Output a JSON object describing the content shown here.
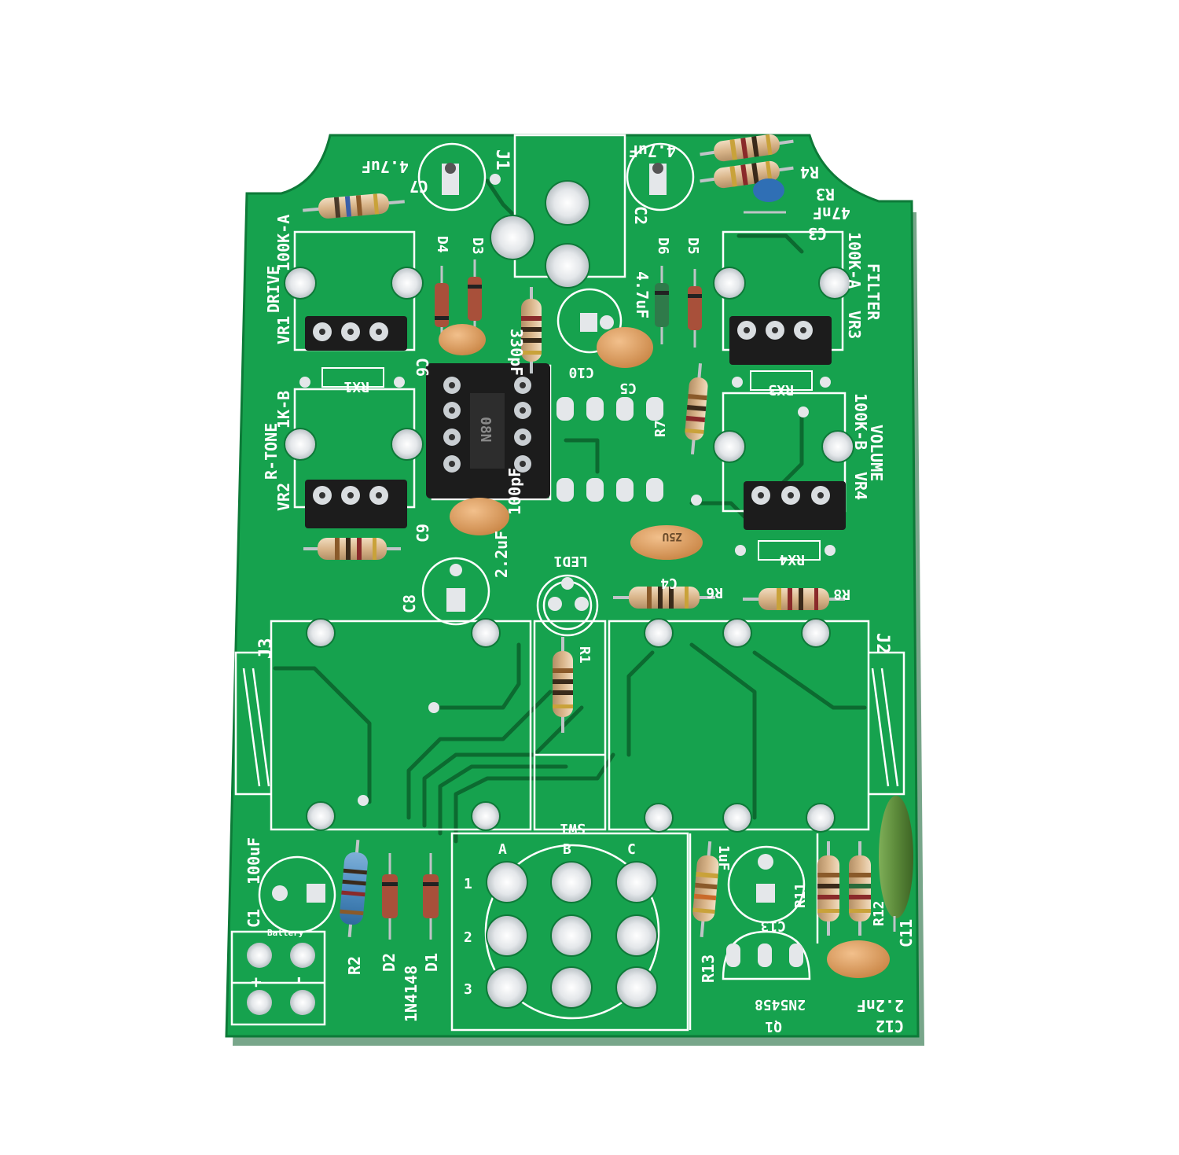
{
  "colors": {
    "background": "#ffffff",
    "board": "#16a24e",
    "board_edge": "#0d7a38",
    "trace": "#0c6a30",
    "silk": "#ffffff",
    "pad": "#e9ecef",
    "socket": "#1a1a1a",
    "resistor_body": "#d9b58a",
    "ceramic_cap": "#d89a5c",
    "film_cap": "#5c8a3a",
    "blue_cap": "#2f6fb5"
  },
  "silkscreen": {
    "j1": "J1",
    "j2": "J2",
    "j3": "J3",
    "c7": "C7",
    "c7_value": "4.7uF",
    "c2": "C2",
    "c2_value": "4.7uF",
    "c3": "C3",
    "c3_value": "47nF",
    "r3": "R3",
    "r4": "R4",
    "vr1": "VR1",
    "vr1_name": "DRIVE",
    "vr1_value": "100K-A",
    "vr2": "VR2",
    "vr2_name": "R-TONE",
    "vr2_value": "1K-B",
    "vr3": "VR3",
    "vr3_name": "FILTER",
    "vr3_value": "100K-A",
    "vr4": "VR4",
    "vr4_name": "VOLUME",
    "vr4_value": "100K-B",
    "rx1": "RX1",
    "rx3": "RX3",
    "rx4": "RX4",
    "c6": "C6",
    "c6_value": "330pF",
    "c9": "C9",
    "c9_value": "100pF",
    "c10": "C10",
    "c10_value": "4.7uF",
    "c5": "C5",
    "c4": "C4",
    "c8": "C8",
    "c8_value": "2.2uF",
    "r6": "R6",
    "r7": "R7",
    "r8": "R8",
    "r1": "R1",
    "d4": "D4",
    "d3": "D3",
    "d6": "D6",
    "d5": "D5",
    "led1": "LED1",
    "ic_marking": "08N",
    "cap_marking": "Z5U",
    "sw_name": "SW1",
    "sw_col_a": "A",
    "sw_col_b": "B",
    "sw_col_c": "C",
    "sw_row_1": "1",
    "sw_row_2": "2",
    "sw_row_3": "3",
    "c1": "C1",
    "c1_value": "100uF",
    "battery": "Battery",
    "plus": "+",
    "minus": "-",
    "r2": "R2",
    "d2": "D2",
    "d1": "D1",
    "diode_part": "1N4148",
    "r13": "R13",
    "c13": "C13",
    "c13_value": "1uF",
    "r11": "R11",
    "r12": "R12",
    "c11": "C11",
    "q1": "Q1",
    "q1_part": "2N5458",
    "c12": "C12",
    "c12_value": "2.2nF"
  }
}
